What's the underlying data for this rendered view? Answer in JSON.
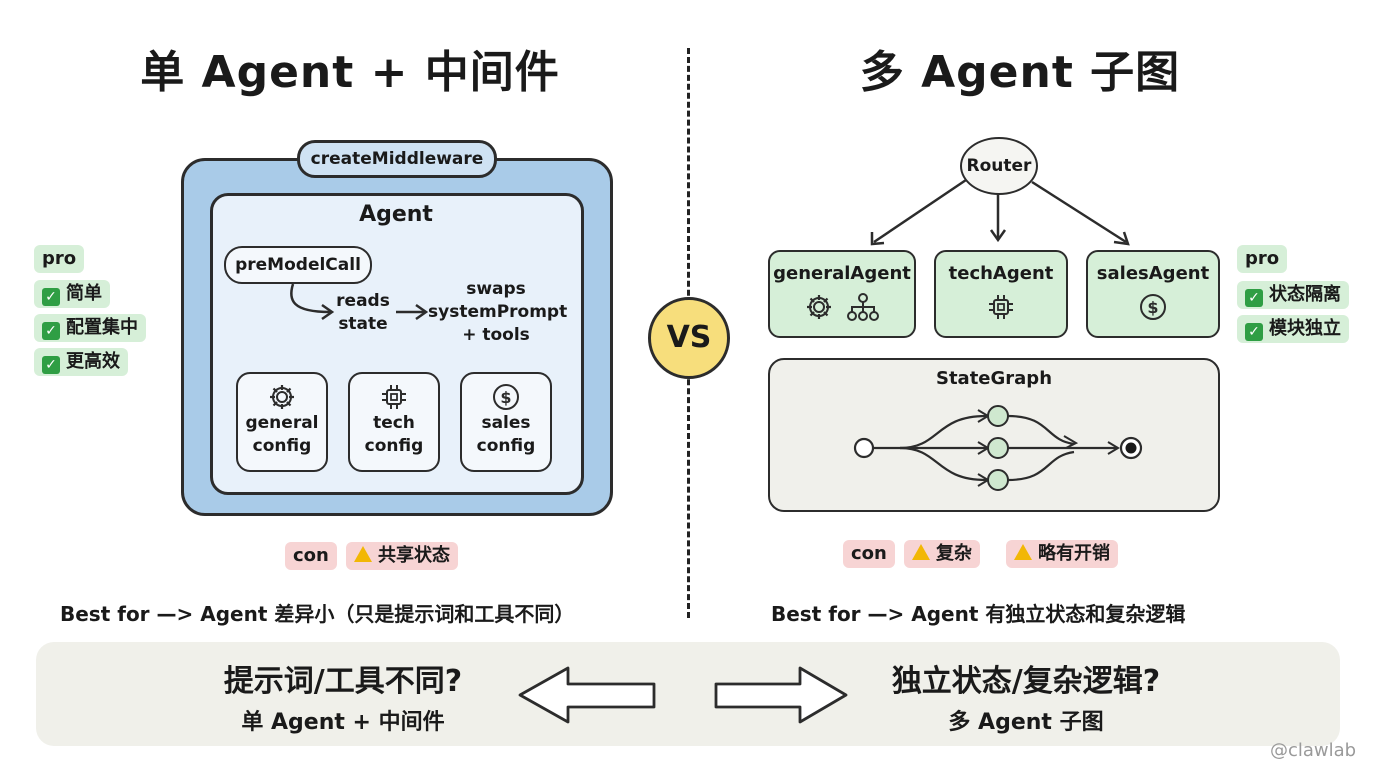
{
  "left": {
    "title": "单 Agent + 中间件",
    "middleware_label": "createMiddleware",
    "agent_label": "Agent",
    "hook_label": "preModelCall",
    "reads_line1": "reads",
    "reads_line2": "state",
    "swaps_line1": "swaps",
    "swaps_line2": "systemPrompt",
    "swaps_line3": "+ tools",
    "configs": [
      {
        "line1": "general",
        "line2": "config",
        "icon": "gear-icon"
      },
      {
        "line1": "tech",
        "line2": "config",
        "icon": "chip-icon"
      },
      {
        "line1": "sales",
        "line2": "config",
        "icon": "dollar-icon"
      }
    ],
    "pro_label": "pro",
    "pros": [
      "简单",
      "配置集中",
      "更高效"
    ],
    "con_label": "con",
    "cons": [
      "共享状态"
    ],
    "best_for": "Best for —> Agent 差异小（只是提示词和工具不同）"
  },
  "vs": "VS",
  "right": {
    "title": "多 Agent 子图",
    "router_label": "Router",
    "agents": [
      {
        "label": "generalAgent",
        "icons": [
          "gear-icon",
          "hierarchy-icon"
        ]
      },
      {
        "label": "techAgent",
        "icons": [
          "chip-icon"
        ]
      },
      {
        "label": "salesAgent",
        "icons": [
          "dollar-icon"
        ]
      }
    ],
    "stategraph_label": "StateGraph",
    "pro_label": "pro",
    "pros": [
      "状态隔离",
      "模块独立"
    ],
    "con_label": "con",
    "cons": [
      "复杂",
      "略有开销"
    ],
    "best_for": "Best for —> Agent 有独立状态和复杂逻辑"
  },
  "bottom": {
    "left_question": "提示词/工具不同?",
    "left_answer": "单 Agent + 中间件",
    "right_question": "独立状态/复杂逻辑?",
    "right_answer": "多 Agent 子图"
  },
  "watermark": "@clawlab",
  "colors": {
    "middleware_blue": "#a9cbe8",
    "agent_green": "#d6efd8",
    "con_pink": "#f7d4d4",
    "vs_yellow": "#f7de7c",
    "check_green": "#2f9e44",
    "warn_yellow": "#f2b705"
  }
}
